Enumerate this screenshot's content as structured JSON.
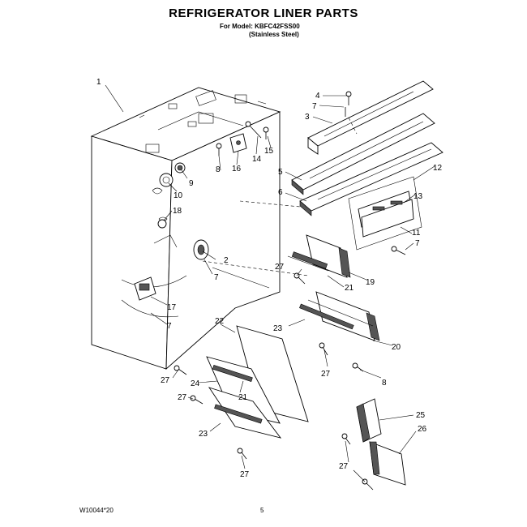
{
  "header": {
    "title": "REFRIGERATOR LINER PARTS",
    "model_line": "For Model: KBFC42FSS00",
    "finish_line": "(Stainless Steel)"
  },
  "footer": {
    "doc_number": "W10044*20",
    "page_number": "5"
  },
  "callouts": [
    "1",
    "2",
    "3",
    "4",
    "5",
    "6",
    "7",
    "8",
    "9",
    "10",
    "11",
    "12",
    "13",
    "14",
    "15",
    "16",
    "17",
    "18",
    "19",
    "20",
    "21",
    "22",
    "23",
    "24",
    "25",
    "26",
    "27"
  ]
}
